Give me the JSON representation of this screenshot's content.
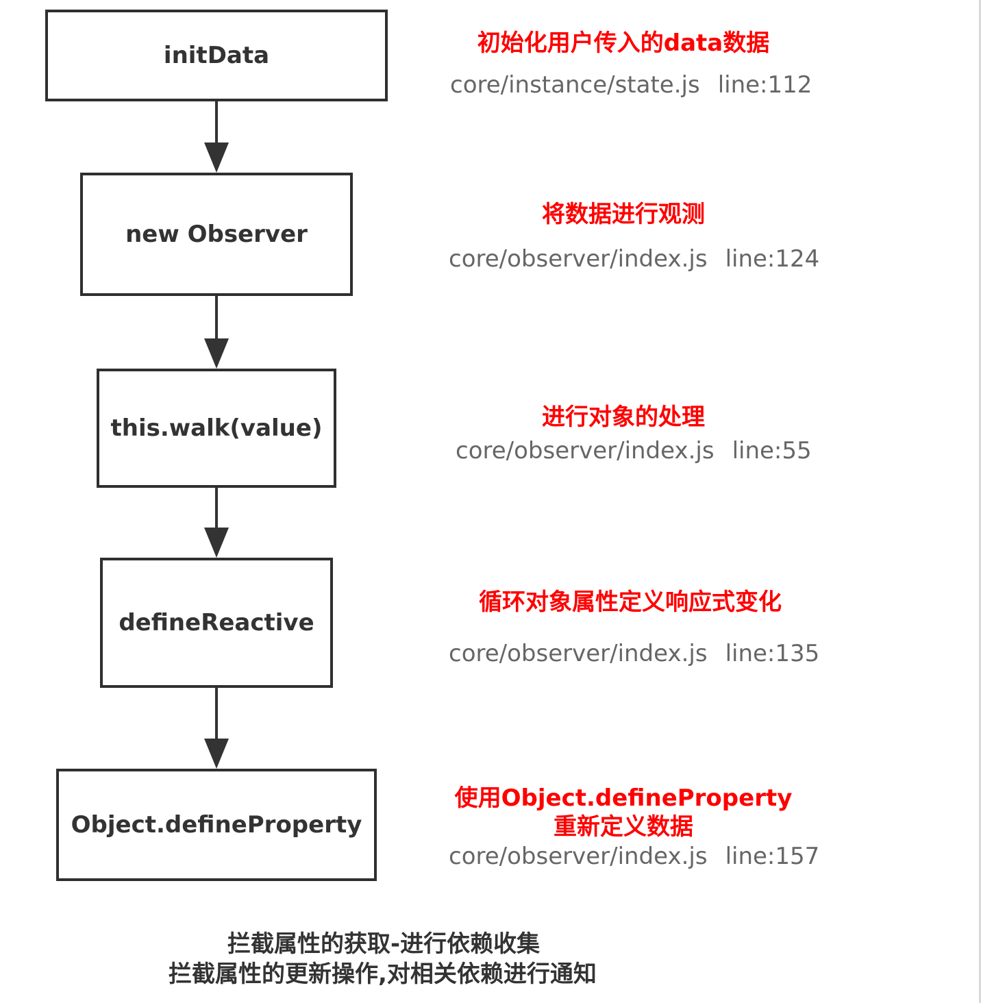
{
  "steps": [
    {
      "label": "initData",
      "note_lines": [
        "初始化用户传入的data数据"
      ],
      "file": "core/instance/state.js",
      "line": "line:112"
    },
    {
      "label": "new Observer",
      "note_lines": [
        "将数据进行观测"
      ],
      "file": "core/observer/index.js",
      "line": "line:124"
    },
    {
      "label": "this.walk(value)",
      "note_lines": [
        "进行对象的处理"
      ],
      "file": "core/observer/index.js",
      "line": "line:55"
    },
    {
      "label": "defineReactive",
      "note_lines": [
        "循环对象属性定义响应式变化"
      ],
      "file": "core/observer/index.js",
      "line": "line:135"
    },
    {
      "label": "Object.defineProperty",
      "note_lines": [
        "使用Object.defineProperty",
        "重新定义数据"
      ],
      "file": "core/observer/index.js",
      "line": "line:157"
    }
  ],
  "footer": [
    "拦截属性的获取-进行依赖收集",
    "拦截属性的更新操作,对相关依赖进行通知"
  ],
  "colors": {
    "note": "#ff0000",
    "box_border": "#2f2f2f",
    "path": "#666666",
    "text": "#333333"
  }
}
